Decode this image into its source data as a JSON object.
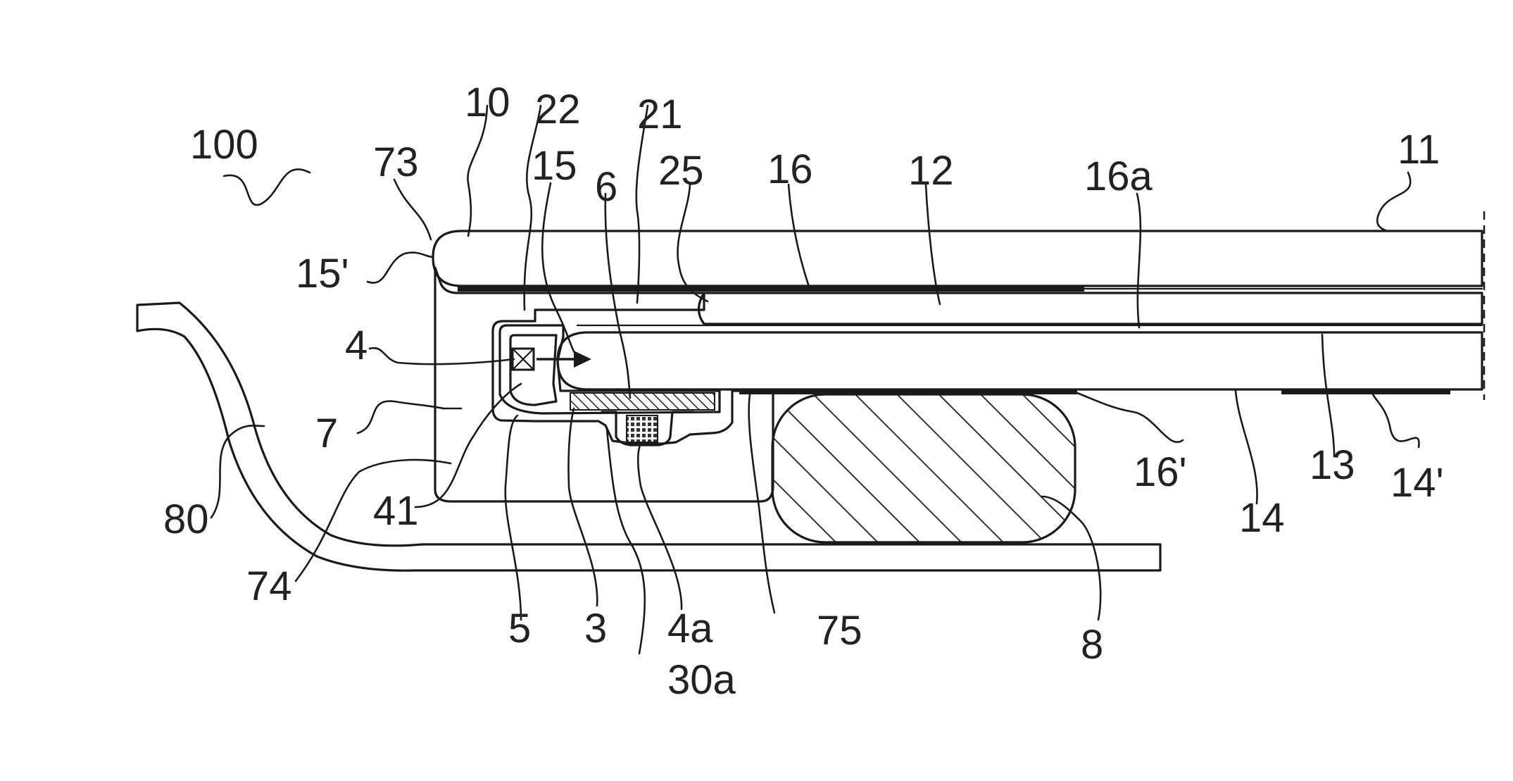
{
  "figure": {
    "labels": {
      "l100": "100",
      "l10": "10",
      "l22": "22",
      "l21": "21",
      "l73": "73",
      "l15": "15",
      "l6": "6",
      "l25": "25",
      "l16": "16",
      "l12": "12",
      "l16a": "16a",
      "l11": "11",
      "l15p": "15'",
      "l4": "4",
      "l7": "7",
      "l80": "80",
      "l41": "41",
      "l74": "74",
      "l5": "5",
      "l3": "3",
      "l4a": "4a",
      "l30a": "30a",
      "l75": "75",
      "l8": "8",
      "l16p": "16'",
      "l14": "14",
      "l13": "13",
      "l14p": "14'"
    },
    "colors": {
      "line": "#1a1a1a",
      "hatch": "#9a9a9a",
      "dark_hatch": "#333333",
      "background": "#ffffff"
    }
  }
}
